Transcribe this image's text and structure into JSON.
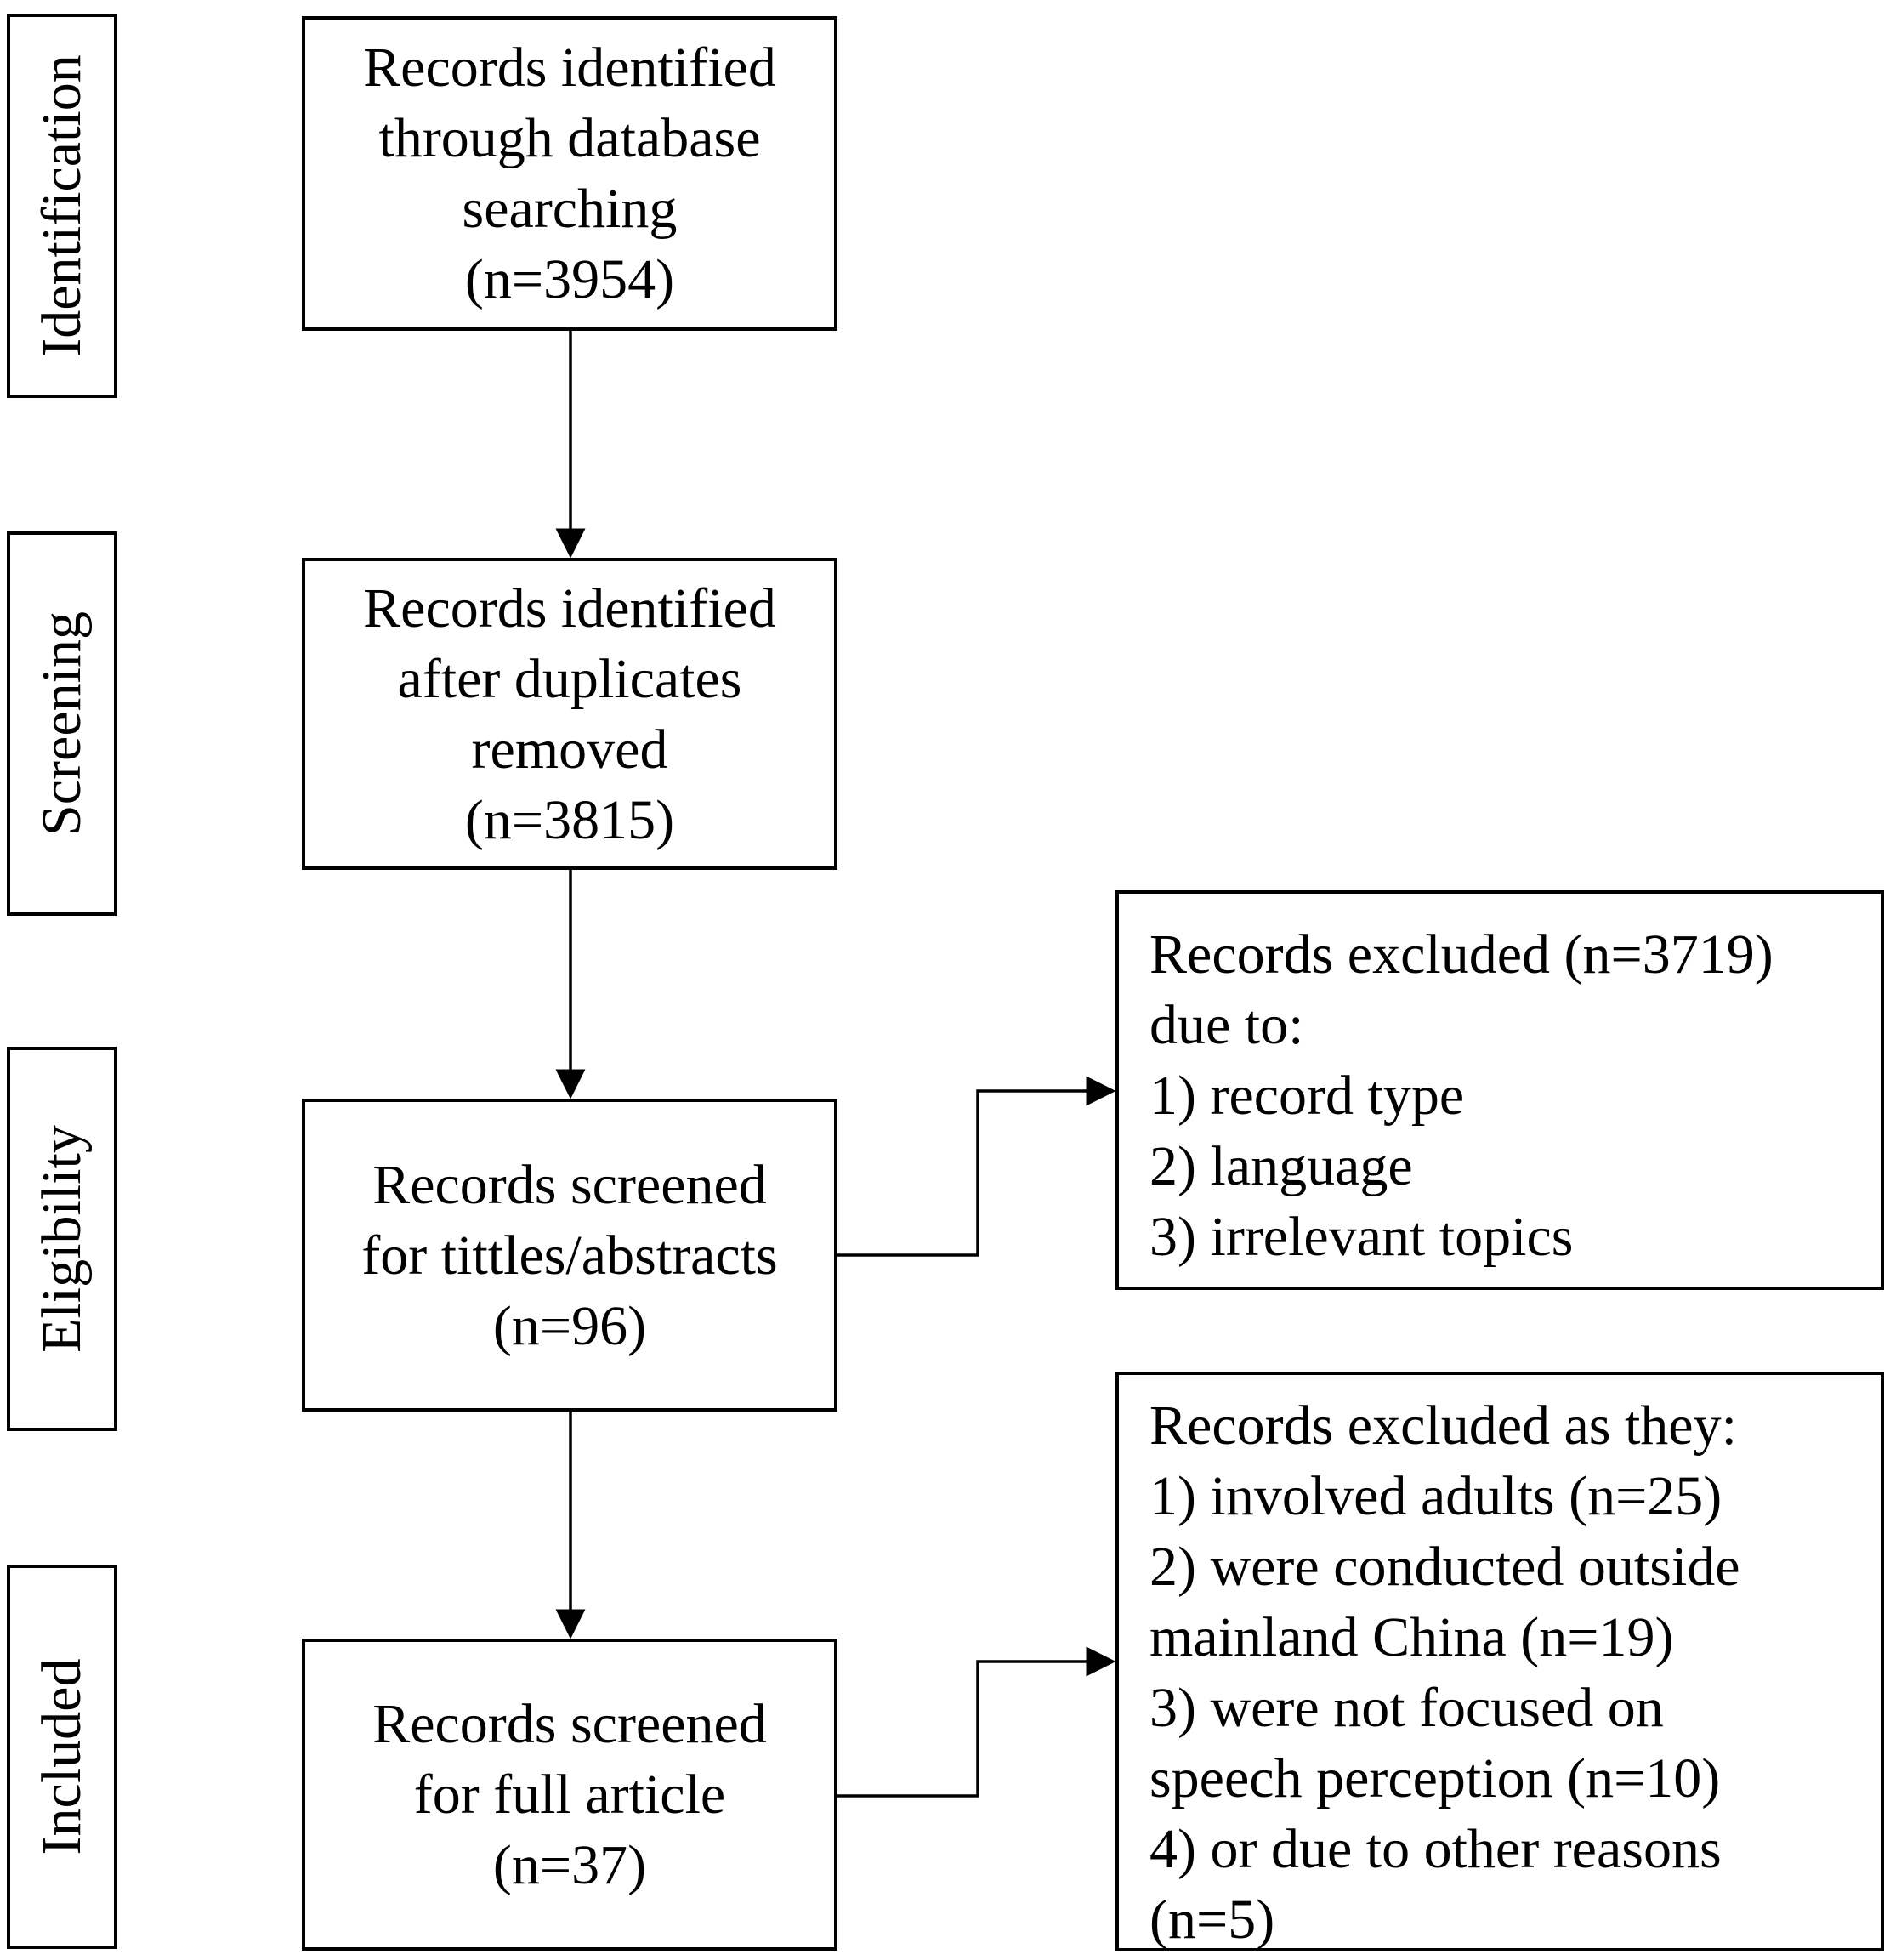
{
  "stages": {
    "identification": "Identification",
    "screening": "Screening",
    "eligibility": "Eligibility",
    "included": "Included"
  },
  "boxes": {
    "identified": {
      "lines": [
        "Records identified",
        "through database",
        "searching",
        "(n=3954)"
      ]
    },
    "deduplicated": {
      "lines": [
        "Records identified",
        "after duplicates",
        "removed",
        "(n=3815)"
      ]
    },
    "screened_titles": {
      "lines": [
        "Records screened",
        "for tittles/abstracts",
        "(n=96)"
      ]
    },
    "screened_full": {
      "lines": [
        "Records screened",
        "for full article",
        "(n=37)"
      ]
    },
    "excluded_titles": {
      "lines": [
        "Records excluded (n=3719)",
        "due to:",
        "1) record type",
        "2) language",
        "3) irrelevant topics"
      ]
    },
    "excluded_full": {
      "lines": [
        "Records excluded as they:",
        "1) involved adults (n=25)",
        "2) were conducted outside",
        "mainland China (n=19)",
        "3) were not focused on",
        "speech perception (n=10)",
        "4) or due to other reasons",
        "(n=5)"
      ]
    }
  }
}
